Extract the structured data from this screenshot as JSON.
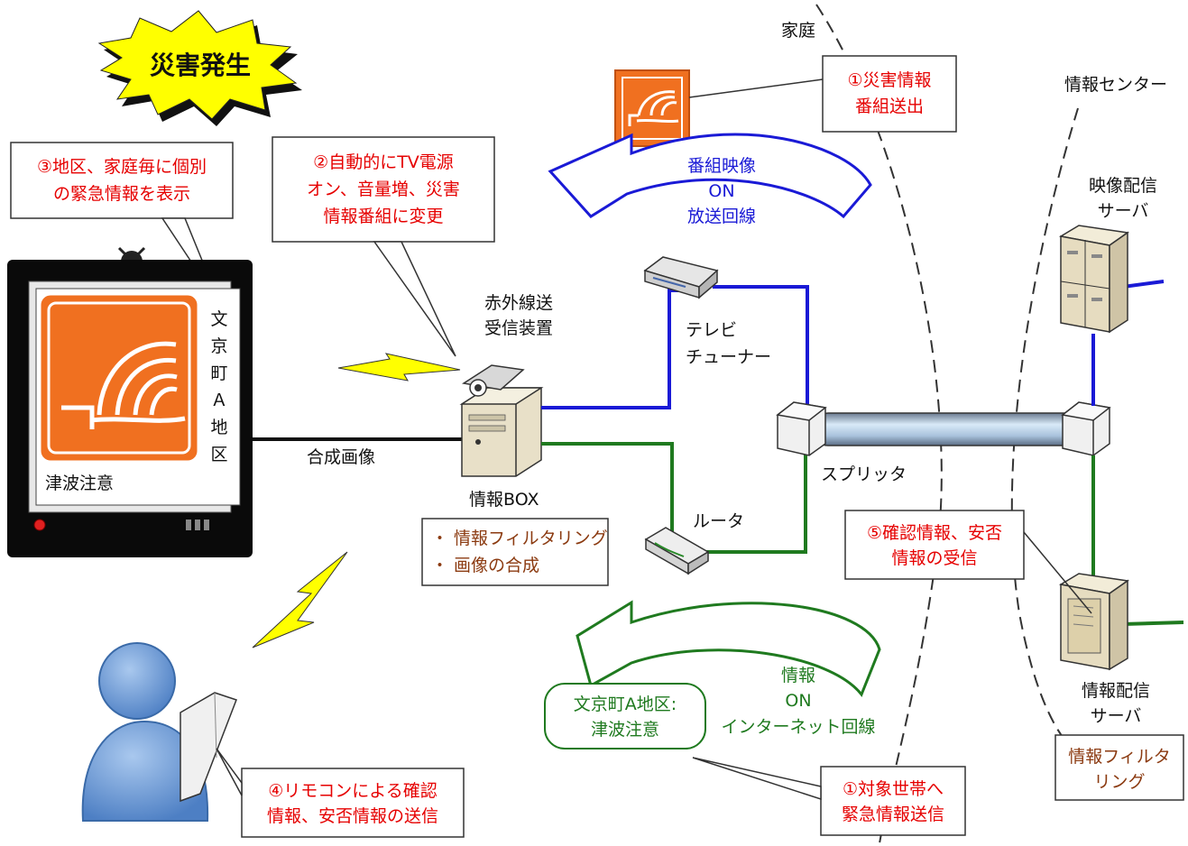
{
  "burst": {
    "text": "災害発生"
  },
  "zones": {
    "home": "家庭",
    "center": "情報センター"
  },
  "callouts": {
    "c1_broadcast": [
      "①災害情報",
      "番組送出"
    ],
    "c2_auto_tv": [
      "②自動的にTV電源",
      "オン、音量増、災害",
      "情報番組に変更"
    ],
    "c3_area_info": [
      "③地区、家庭毎に個別",
      "の緊急情報を表示"
    ],
    "c4_remote": [
      "④リモコンによる確認",
      "情報、安否情報の送信"
    ],
    "c5_receive": [
      "⑤確認情報、安否",
      "情報の受信"
    ],
    "c1_target": [
      "①対象世帯へ",
      "緊急情報送信"
    ],
    "box_functions": [
      "・ 情報フィルタリング",
      "・ 画像の合成"
    ],
    "server_filter": [
      "情報フィルタ",
      "リング"
    ]
  },
  "tv": {
    "side_text": [
      "文",
      "京",
      "町",
      "Ａ",
      "地",
      "区"
    ],
    "bottom_text": "津波注意"
  },
  "labels": {
    "composite": "合成画像",
    "infobox": "情報BOX",
    "ir_device": [
      "赤外線送",
      "受信装置"
    ],
    "tuner": [
      "テレビ",
      "チューナー"
    ],
    "router": "ルータ",
    "splitter": "スプリッタ",
    "video_server": [
      "映像配信",
      "サーバ"
    ],
    "info_server": [
      "情報配信",
      "サーバ"
    ]
  },
  "arrows": {
    "broadcast": [
      "番組映像",
      "ON",
      "放送回線"
    ],
    "internet": [
      "情報",
      "ON",
      "インターネット回線"
    ]
  },
  "bubble": [
    "文京町A地区:",
    "津波注意"
  ],
  "colors": {
    "accent": "#f07020",
    "broadcast": "#1a1ad6",
    "internet": "#1f7a1f",
    "callout_text": "#e60000",
    "burst": "#ffff00"
  }
}
